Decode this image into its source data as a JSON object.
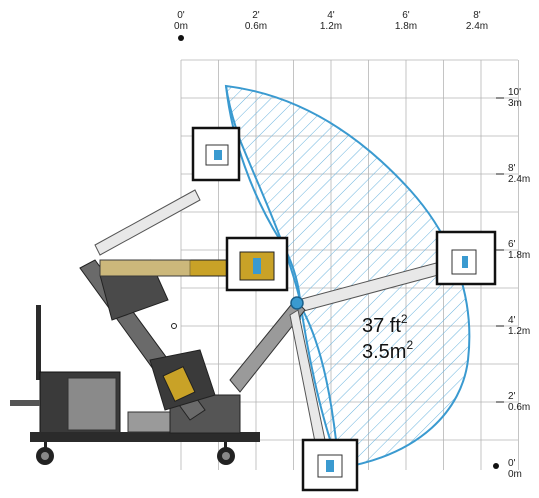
{
  "x_axis": {
    "ticks": [
      {
        "ft": "0'",
        "m": "0m"
      },
      {
        "ft": "2'",
        "m": "0.6m"
      },
      {
        "ft": "4'",
        "m": "1.2m"
      },
      {
        "ft": "6'",
        "m": "1.8m"
      },
      {
        "ft": "8'",
        "m": "2.4m"
      }
    ]
  },
  "y_axis": {
    "ticks": [
      {
        "ft": "10'",
        "m": "3m"
      },
      {
        "ft": "8'",
        "m": "2.4m"
      },
      {
        "ft": "6'",
        "m": "1.8m"
      },
      {
        "ft": "4'",
        "m": "1.2m"
      },
      {
        "ft": "2'",
        "m": "0.6m"
      },
      {
        "ft": "0'",
        "m": "0m"
      }
    ]
  },
  "coverage": {
    "area_ft": "37 ft",
    "area_ft_exp": "2",
    "area_m": "3.5m",
    "area_m_exp": "2"
  },
  "colors": {
    "reach_arc": "#3a9ad0",
    "hatch": "#6bb4de",
    "machine_dark": "#2b2b2b",
    "machine_gray": "#8a8a8a",
    "accent_yellow": "#c9a227",
    "grid": "#b5b5b5"
  }
}
